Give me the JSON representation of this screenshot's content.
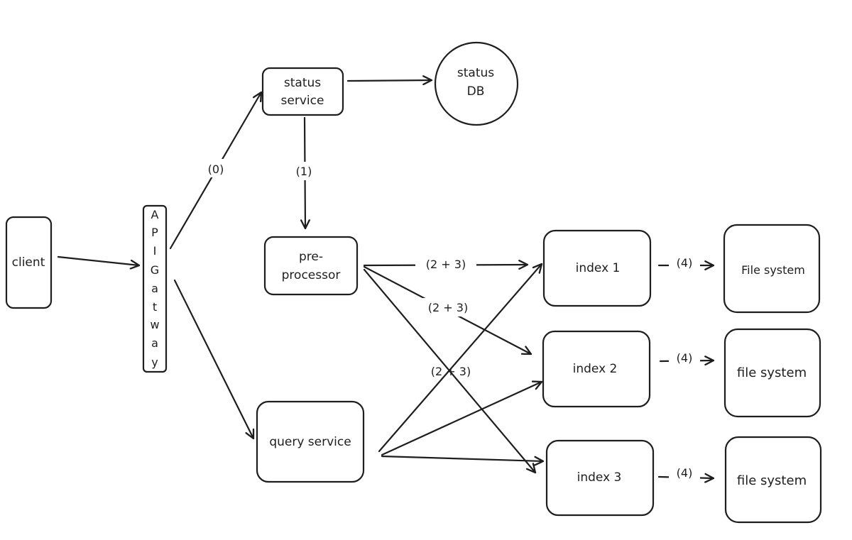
{
  "nodes": {
    "client": "client",
    "gateway_letters": [
      "A",
      "P",
      "I",
      "G",
      "a",
      "t",
      "w",
      "a",
      "y"
    ],
    "status_service": [
      "status",
      "service"
    ],
    "status_db": [
      "status",
      "DB"
    ],
    "preprocessor": [
      "pre-",
      "processor"
    ],
    "query_service": "query service",
    "index1": "index 1",
    "index2": "index 2",
    "index3": "index 3",
    "fs1": "File system",
    "fs2": "file system",
    "fs3": "file system"
  },
  "edge_labels": {
    "gw_to_status": "(0)",
    "status_to_pre": "(1)",
    "pre_to_index1": "(2 + 3)",
    "pre_to_index2": "(2 + 3)",
    "pre_to_index3": "(2 + 3)",
    "index1_to_fs1": "(4)",
    "index2_to_fs2": "(4)",
    "index3_to_fs3": "(4)"
  }
}
